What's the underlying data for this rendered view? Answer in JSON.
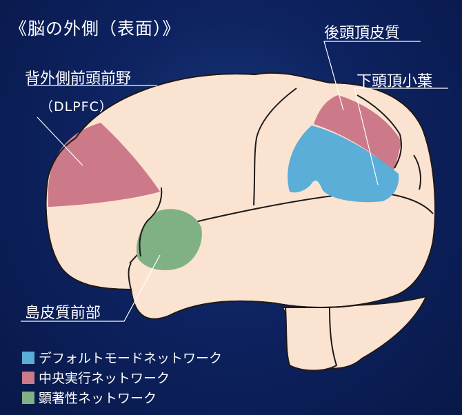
{
  "title": "《脳の外側（表面）》",
  "labels": {
    "dlpfc": "背外側前頭前野",
    "dlpfc_abbr": "（DLPFC）",
    "posterior_parietal": "後頭頂皮質",
    "inferior_parietal": "下頭頂小葉",
    "anterior_insula": "島皮質前部"
  },
  "legend": [
    {
      "label": "デフォルトモードネットワーク",
      "color": "#5aaed8"
    },
    {
      "label": "中央実行ネットワーク",
      "color": "#cc7a8a"
    },
    {
      "label": "顕著性ネットワーク",
      "color": "#7fb184"
    }
  ],
  "colors": {
    "brain": "#fbe3d1",
    "outline": "#1e1a1a",
    "background": "#0d2260"
  }
}
